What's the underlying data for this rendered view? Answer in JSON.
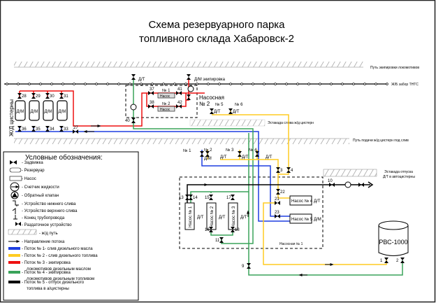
{
  "title": {
    "line1": "Схема резервуарного парка",
    "line2": "топливного склада Хабаровск-2"
  },
  "tracks": {
    "locomotive_track": "Путь экипировки локомотивов",
    "fence": "Ж/Б забор ТНТС",
    "tank_feed_track": "Путь подачи ж/д цистерн под слив",
    "drain_overpass": "Эстакада слива ж/д цистерн",
    "dispense_overpass_1": "Эстакада отпуска",
    "dispense_overpass_2": "Д/Т в автоцистерны"
  },
  "rail_tanks": {
    "label": "Ж/Д цистерны",
    "tank_label": "Д/М"
  },
  "labels": {
    "dt": "Д/Т",
    "dm": "Д/М",
    "dm_equip": "Д/М экипировка",
    "pumphouse2_a": "Насосная",
    "pumphouse2_b": "№ 2",
    "pumphouse1": "Насосная № 1",
    "pump_no1": "№ 1",
    "pump_no2": "№ 2",
    "pump_word": "Насос",
    "drain_1": "№ 1",
    "drain_2": "№ 2",
    "drain_3": "№ 3",
    "drain_4": "№ 4",
    "drain_5": "№ 5",
    "drain_6": "№ 6",
    "pump1v": "Насос № 1",
    "pump2v": "Насос № 2",
    "pump3v": "Насос № 3",
    "pump4": "Насос № 4",
    "pump5": "Насос № 5",
    "tank": "РВС-1000"
  },
  "valves": [
    "28",
    "29",
    "30",
    "31",
    "36",
    "35",
    "34",
    "33",
    "27",
    "37",
    "38",
    "41",
    "42",
    "40",
    "3",
    "4",
    "22",
    "21",
    "23",
    "13",
    "14",
    "15",
    "17",
    "16",
    "18",
    "11",
    "10",
    "9",
    "1",
    "2"
  ],
  "legend": {
    "title": "Условные обозначения:",
    "items": [
      {
        "icon": "valve-icon",
        "label": "- Задвижка"
      },
      {
        "icon": "reservoir-icon",
        "label": "- Резервуар"
      },
      {
        "icon": "pump-icon",
        "label": "- Насос"
      },
      {
        "icon": "flow-meter-icon",
        "label": "- Счетчик жидкости"
      },
      {
        "icon": "check-valve-icon",
        "label": "- Обратный клапан"
      },
      {
        "icon": "bottom-drain-icon",
        "label": "- Устройство нижнего слива"
      },
      {
        "icon": "top-drain-icon",
        "label": "- Устройство верхнего слива"
      },
      {
        "icon": "pipe-end-icon",
        "label": "- Конец трубопровода"
      },
      {
        "icon": "dispenser-icon",
        "label": "- Раздаточное устройство"
      },
      {
        "icon": "rail-track-icon",
        "label": "- ж/д путь"
      },
      {
        "icon": "flow-arrow-icon",
        "label": "- Направление потока"
      },
      {
        "icon": "flow-1-swatch",
        "label": "- Поток № 1- слив дизельного масла",
        "color": "#1f3fe0"
      },
      {
        "icon": "flow-2-swatch",
        "label": "- Поток № 2 - слив дизельного топлива",
        "color": "#ffcc22"
      },
      {
        "icon": "flow-3-swatch",
        "label": "- Поток № 3 - экипировка",
        "label2": "локомотивов дизельным маслом",
        "color": "#ee1111"
      },
      {
        "icon": "flow-4-swatch",
        "label": "- Поток № 4 - экипировка",
        "label2": "локомотивов дизельным топливом",
        "color": "#3aa35a"
      },
      {
        "icon": "flow-5-swatch",
        "label": "- Поток № 5 - отпуск дизельного",
        "label2": "топлива в а/цистерны",
        "color": "#000000"
      }
    ]
  },
  "colors": {
    "flow1": "#1f3fe0",
    "flow2": "#ffcc22",
    "flow3": "#ee1111",
    "flow4": "#3aa35a",
    "flow5": "#000000"
  }
}
